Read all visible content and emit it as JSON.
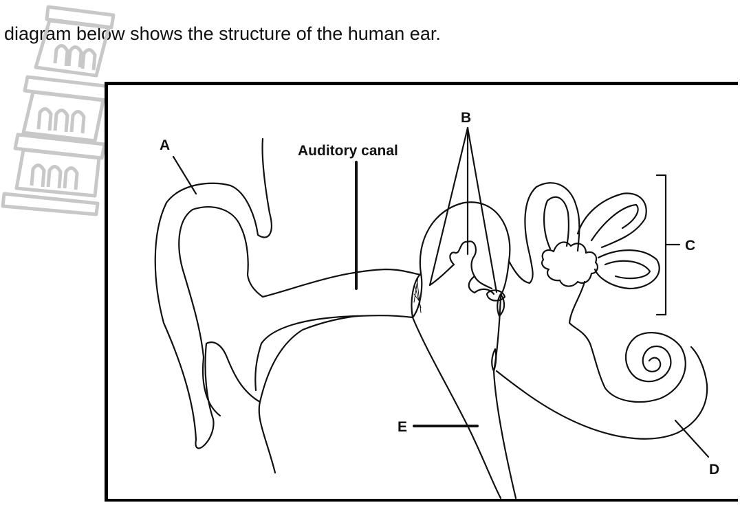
{
  "caption": "diagram below shows the structure of the human ear.",
  "labels": {
    "a": "A",
    "b": "B",
    "c": "C",
    "d": "D",
    "e": "E",
    "auditory_canal": "Auditory canal"
  },
  "colors": {
    "ink": "#111111",
    "watermark": "#c8c8c8",
    "background": "#ffffff"
  }
}
